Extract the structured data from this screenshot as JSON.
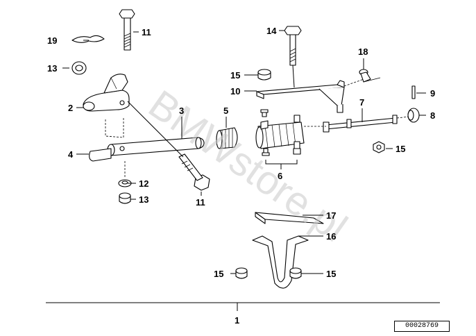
{
  "watermark": "BMWstore.pl",
  "diagram_id": "00028769",
  "callouts": {
    "c1": "1",
    "c2": "2",
    "c3": "3",
    "c4": "4",
    "c5": "5",
    "c6": "6",
    "c7": "7",
    "c8": "8",
    "c9": "9",
    "c10": "10",
    "c11a": "11",
    "c11b": "11",
    "c12": "12",
    "c13a": "13",
    "c13b": "13",
    "c14": "14",
    "c15a": "15",
    "c15b": "15",
    "c15c": "15",
    "c15d": "15",
    "c16": "16",
    "c17": "17",
    "c18": "18",
    "c19": "19"
  }
}
